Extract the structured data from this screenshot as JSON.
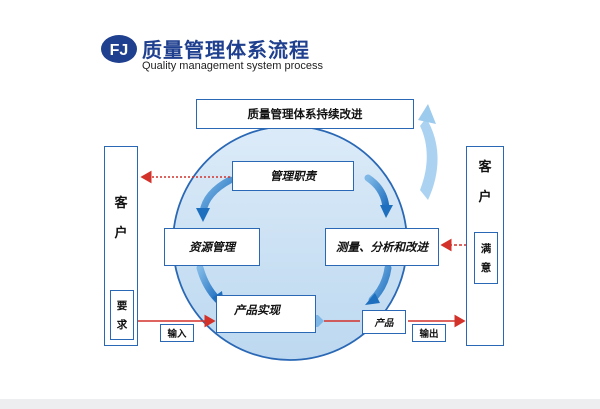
{
  "header": {
    "logo_text": "FJ",
    "title": "质量管理体系流程",
    "subtitle": "Quality management system process"
  },
  "diagram": {
    "improvement": "质量管理体系持续改进",
    "mgmt": "管理职责",
    "resource": "资源管理",
    "measure": "测量、分析和改进",
    "product_real": "产品实现",
    "product": "产品",
    "input": "输入",
    "output": "输出",
    "left_customer": {
      "char1": "客",
      "char2": "户",
      "req1": "要",
      "req2": "求"
    },
    "right_customer": {
      "char1": "客",
      "char2": "户",
      "sat1": "满",
      "sat2": "意"
    }
  },
  "colors": {
    "brand_blue": "#1f3f8f",
    "border_blue": "#2a68b5",
    "circle_fill": "#cde3f4",
    "arrow_red": "#d3322a"
  }
}
